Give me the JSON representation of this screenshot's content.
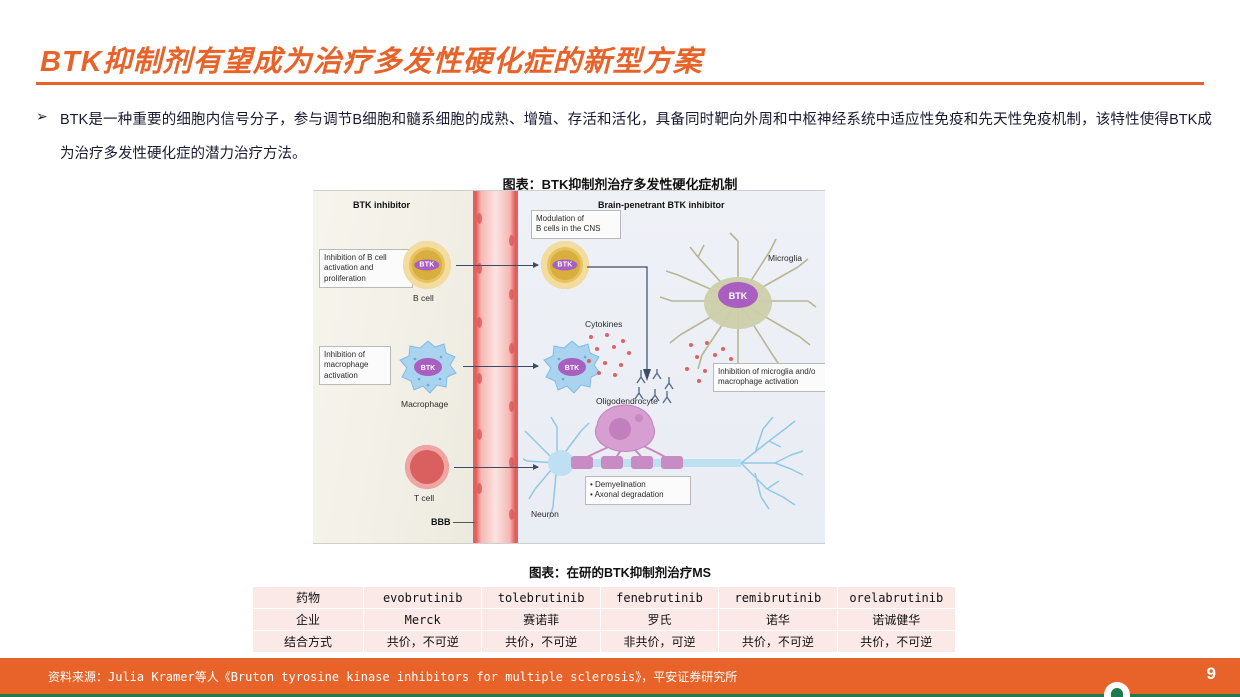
{
  "slide": {
    "title": "BTK抑制剂有望成为治疗多发性硬化症的新型方案",
    "bullet_marker": "➢",
    "bullet_text": "BTK是一种重要的细胞内信号分子，参与调节B细胞和髓系细胞的成熟、增殖、存活和活化，具备同时靶向外周和中枢神经系统中适应性免疫和先天性免疫机制，该特性使得BTK成为治疗多发性硬化症的潜力治疗方法。",
    "page_number": "9",
    "accent_color": "#E8632A",
    "logo_color": "#1F7A4D"
  },
  "figure1": {
    "caption": "图表：BTK抑制剂治疗多发性硬化症机制",
    "panel_left_title": "BTK inhibitor",
    "panel_right_title": "Brain-penetrant BTK inhibitor",
    "bbb_label": "BBB",
    "labels": {
      "b_cell": "B cell",
      "macrophage": "Macrophage",
      "t_cell": "T cell",
      "microglia": "Microglia",
      "oligodendrocyte": "Oligodendrocyte",
      "neuron": "Neuron",
      "cytokines": "Cytokines",
      "btk": "BTK"
    },
    "callouts": {
      "inhibition_b_cell": "Inhibition of B cell\nactivation and\nproliferation",
      "inhibition_macrophage": "Inhibition of\nmacrophage\nactivation",
      "modulation_cns": "Modulation of\nB cells in the CNS",
      "inhibition_microglia": "Inhibition of microglia and/o\nmacrophage activation",
      "damage": "• Demyelination\n• Axonal degradation"
    }
  },
  "figure2": {
    "caption": "图表：在研的BTK抑制剂治疗MS",
    "rows": [
      {
        "header": "药物",
        "cells": [
          "evobrutinib",
          "tolebrutinib",
          "fenebrutinib",
          "remibrutinib",
          "orelabrutinib"
        ]
      },
      {
        "header": "企业",
        "cells": [
          "Merck",
          "赛诺菲",
          "罗氏",
          "诺华",
          "诺诚健华"
        ]
      },
      {
        "header": "结合方式",
        "cells": [
          "共价，不可逆",
          "共价，不可逆",
          "非共价，可逆",
          "共价，不可逆",
          "共价，不可逆"
        ]
      }
    ]
  },
  "footer": {
    "source": "资料来源：Julia Kramer等人《Bruton tyrosine kinase inhibitors for multiple sclerosis》，平安证券研究所"
  }
}
